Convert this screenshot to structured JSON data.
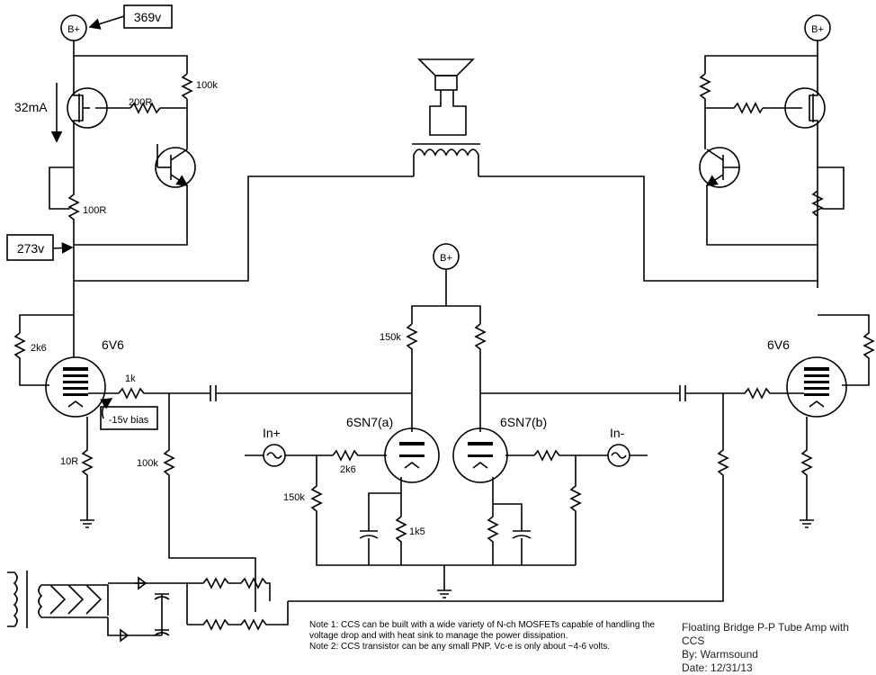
{
  "labels": {
    "bplus": "B+",
    "v369": "369v",
    "v273": "273v",
    "i32": "32mA",
    "r100k_top": "100k",
    "r200": "200R",
    "r100r": "100R",
    "r2k6_left": "2k6",
    "tube_left": "6V6",
    "tube_right": "6V6",
    "r1k": "1k",
    "bias": "-15v bias",
    "r10r": "10R",
    "r100k_left": "100k",
    "r150k_top": "150k",
    "tube_a": "6SN7(a)",
    "tube_b": "6SN7(b)",
    "in_plus": "In+",
    "in_minus": "In-",
    "r2k6_in": "2k6",
    "r150k_in": "150k",
    "r1k5": "1k5"
  },
  "notes": {
    "n1a": "Note 1: CCS can be built with a wide variety of N-ch MOSFETs capable of handling the",
    "n1b": "voltage drop and with heat sink to manage the power dissipation.",
    "n2": "Note 2:  CCS transistor can be any small PNP.  Vc-e is only about ~4-6 volts."
  },
  "title_block": {
    "title": "Floating Bridge P-P Tube Amp with CCS",
    "by": "By: Warmsound",
    "date": "Date:  12/31/13"
  }
}
